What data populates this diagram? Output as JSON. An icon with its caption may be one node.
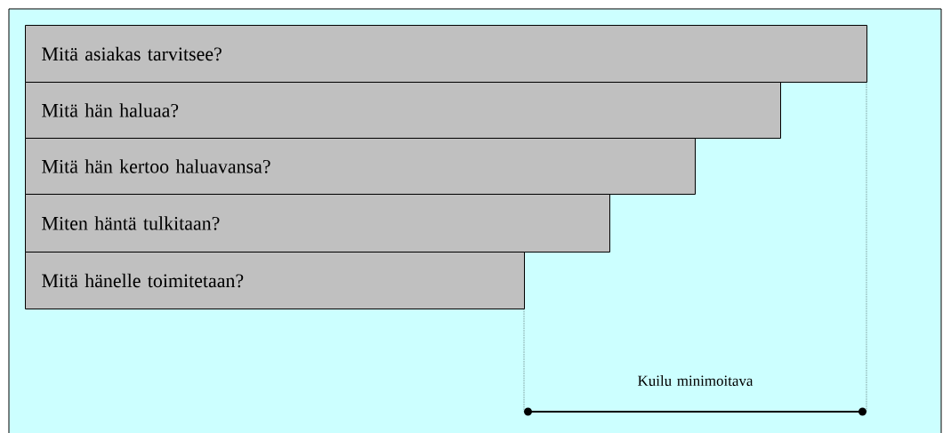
{
  "diagram": {
    "nodes": [
      {
        "text": [
          "Mitä asiakas tarvitsee?"
        ]
      },
      {
        "text": [
          "Mitä hän haluaa?"
        ]
      },
      {
        "text": [
          "Mitä hän kertoo haluavansa?"
        ]
      },
      {
        "text": [
          "Miten häntä tulkitaan?"
        ]
      },
      {
        "text": [
          "Mitä hänelle toimitetaan?"
        ]
      }
    ],
    "edges": [],
    "labels": [
      "Kuilu minimoitava"
    ]
  }
}
